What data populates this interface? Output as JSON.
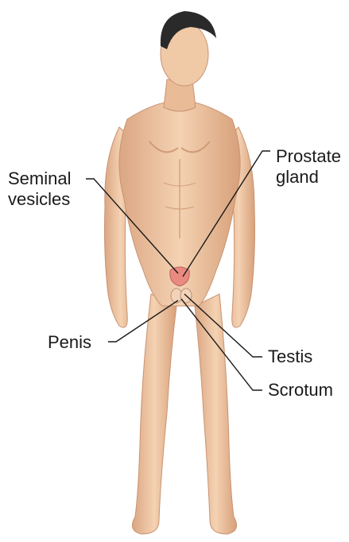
{
  "labels": {
    "seminal_vesicles": [
      "Seminal",
      "vesicles"
    ],
    "prostate_gland": [
      "Prostate",
      "gland"
    ],
    "penis": "Penis",
    "testis": "Testis",
    "scrotum": "Scrotum"
  },
  "colors": {
    "skin": "#f1c9a5",
    "skin_shadow": "#d9a77f",
    "hair": "#2a2a2a",
    "organ": "#e98a80",
    "leader_line": "#1a1a1a"
  }
}
